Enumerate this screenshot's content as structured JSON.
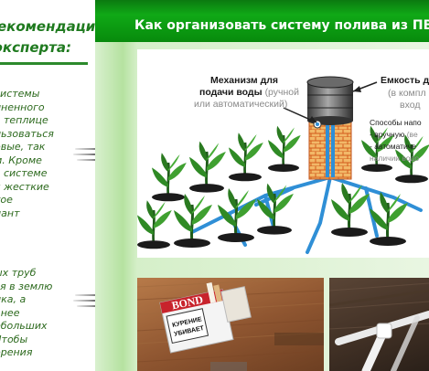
{
  "sidebar": {
    "title_lines": [
      "Рекомендации",
      "эксперта:"
    ],
    "paragraph1_lines": [
      "системы",
      "лненного",
      "в теплице",
      "льзоваться",
      "овые, так",
      "м. Кроме",
      "в системе",
      "я жесткие",
      "тое",
      "иант"
    ],
    "paragraph2_lines": [
      "ых труб",
      "ся в землю",
      "ика, а",
      "анее",
      "ебольших",
      "Чтобы",
      "орения"
    ]
  },
  "header": {
    "title": "Как организовать систему полива из ПВХ"
  },
  "diagram": {
    "mechanism_label_bold": [
      "Механизм для",
      "подачи воды"
    ],
    "mechanism_label_gray_inline": "(ручной",
    "mechanism_label_gray_line": "или автоматический)",
    "tank_label_bold": "Емкость д",
    "tank_label_gray": [
      "(в компл",
      "вход"
    ],
    "methods_title": "Способы напо",
    "methods": [
      {
        "bold": "- вручную",
        "gray": " (ве"
      },
      {
        "bold": "- автоматиче",
        "gray": ""
      }
    ],
    "methods_note": "наличии водо"
  },
  "photos": {
    "cigarette_pack_brand": "BOND",
    "cigarette_pack_warning": [
      "КУРЕНИЕ",
      "УБИВАЕТ"
    ]
  },
  "colors": {
    "header_green": "#10a916",
    "sidebar_text_green": "#2d6a1e",
    "content_background": "#b5e2a0",
    "pipe_blue": "#2f8fd6",
    "brick_orange": "#f0b060"
  }
}
